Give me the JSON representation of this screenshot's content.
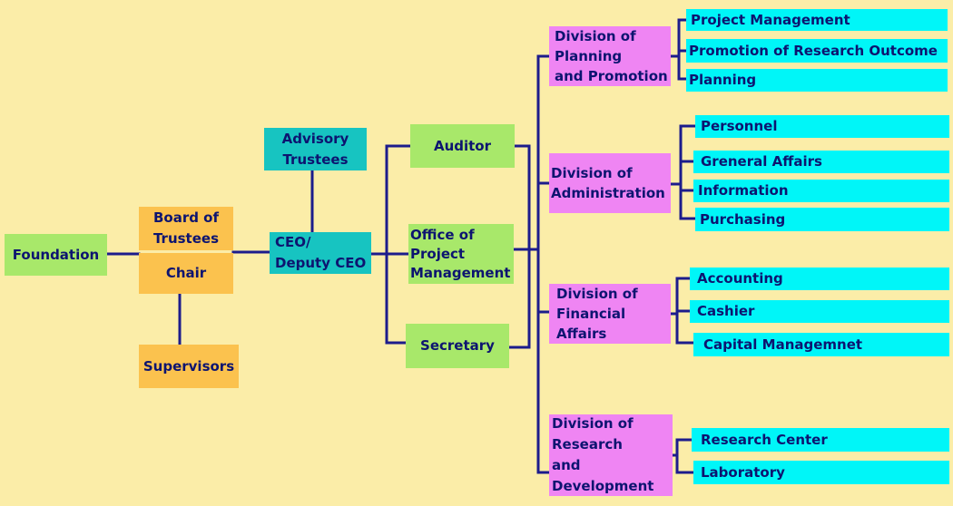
{
  "colors": {
    "background": "#fbeda8",
    "line": "#1c1c8c",
    "text": "#0d1470",
    "green": "#a8e86a",
    "orange": "#fbc24e",
    "teal": "#17c4c1",
    "pink": "#ef85f3",
    "cyan": "#00f6f8"
  },
  "nodes": {
    "foundation": "Foundation",
    "board_of_trustees": "Board of\nTrustees",
    "chair": "Chair",
    "supervisors": "Supervisors",
    "advisory_trustees": "Advisory\nTrustees",
    "ceo": "CEO/\nDeputy CEO",
    "auditor": "Auditor",
    "office_of_project_management": "Office of\nProject\nManagement",
    "secretary": "Secretary",
    "division_planning_promotion": "Division of\nPlanning\nand Promotion",
    "division_administration": "Division of\nAdministration",
    "division_financial_affairs": "Division of\nFinancial\nAffairs",
    "division_research_development": "Division of\nResearch\nand\nDevelopment"
  },
  "units": {
    "project_management": "Project Management",
    "promotion_of_research_outcome": "Promotion of Research Outcome",
    "planning": "Planning",
    "personnel": "Personnel",
    "general_affairs": "Greneral Affairs",
    "information": "Information",
    "purchasing": "Purchasing",
    "accounting": "Accounting",
    "cashier": "Cashier",
    "capital_management": "Capital Managemnet",
    "research_center": "Research Center",
    "laboratory": "Laboratory"
  }
}
